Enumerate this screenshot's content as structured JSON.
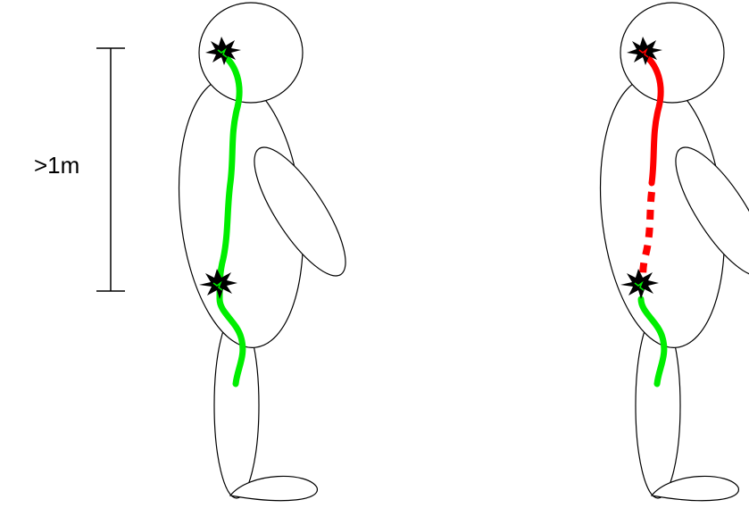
{
  "measurement": {
    "label": ">1m"
  },
  "colors": {
    "outline": "#000000",
    "fill": "#ffffff",
    "healthy_path": "#00ee00",
    "damaged_path": "#ff0000",
    "burst": "#000000"
  },
  "figures": [
    {
      "name": "left-figure",
      "upper_path_status": "healthy",
      "path_break": false
    },
    {
      "name": "right-figure",
      "upper_path_status": "damaged",
      "path_break": true
    }
  ]
}
